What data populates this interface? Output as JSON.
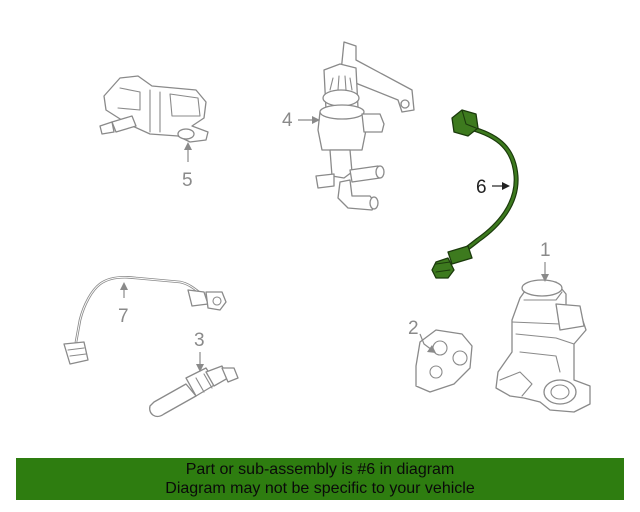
{
  "callouts": {
    "part1": "1",
    "part2": "2",
    "part3": "3",
    "part4": "4",
    "part5": "5",
    "part6": "6",
    "part7": "7"
  },
  "highlighted_part": "6",
  "banner": {
    "line1": "Part or sub-assembly is #6 in diagram",
    "line2": "Diagram may not be specific to your vehicle"
  },
  "colors": {
    "highlight": "#3d7a1e",
    "banner": "#2e7d10",
    "line_art": "#8a8a8a"
  }
}
